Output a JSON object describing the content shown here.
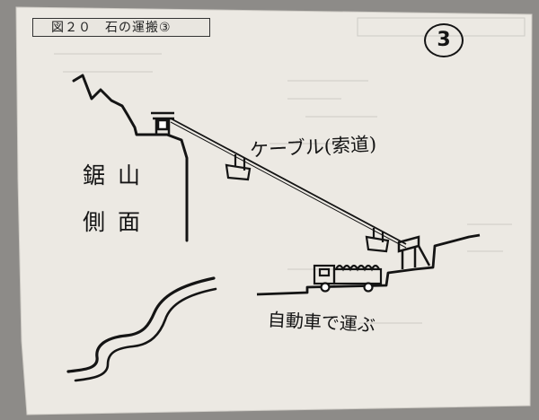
{
  "figure": {
    "title": "図２０　石の運搬③"
  },
  "badge": {
    "number": "3"
  },
  "labels": {
    "cable": "ケーブル(索道)",
    "mountain_side_1": "鋸山",
    "mountain_side_2": "側面",
    "truck_transport": "自動車で運ぶ"
  },
  "colors": {
    "paper": "#ece9e3",
    "ink": "#141414",
    "background": "#8d8b88"
  }
}
